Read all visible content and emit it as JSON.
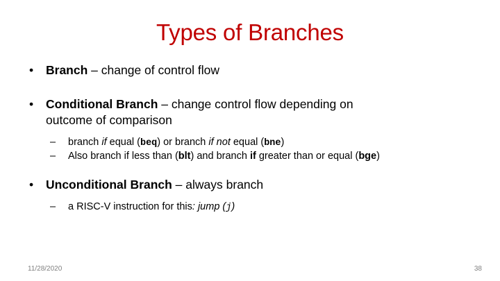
{
  "slide": {
    "title": "Types of Branches",
    "bullet_marker": "•",
    "sub_marker": "–",
    "accent_color": "#C00000",
    "footer": {
      "date": "11/28/2020",
      "page_number": "38"
    },
    "bullets": [
      {
        "term": "Branch",
        "dash": " – ",
        "text": "change of control flow"
      },
      {
        "term": "Conditional Branch",
        "dash": " – ",
        "text": "change control flow depending on",
        "text_line2": "outcome of comparison",
        "subs": [
          {
            "seg1": "branch ",
            "em1": "if",
            "seg2": " equal (",
            "code1": "beq",
            "seg3": ") or branch ",
            "em2": "if not",
            "seg4": " equal (",
            "code2": "bne",
            "seg5": ")"
          },
          {
            "seg1": "Also branch if less than (",
            "code1": "blt",
            "seg2": ") and branch ",
            "em1": "if",
            "seg3": " greater than or equal (",
            "code2": "bge",
            "seg4": ")"
          }
        ]
      },
      {
        "term": "Unconditional Branch",
        "dash": " – ",
        "text": "always branch",
        "subs": [
          {
            "seg1": "a RISC-V instruction for this",
            "em1": ": jump (",
            "code1": "j",
            "em2": ")"
          }
        ]
      }
    ]
  }
}
